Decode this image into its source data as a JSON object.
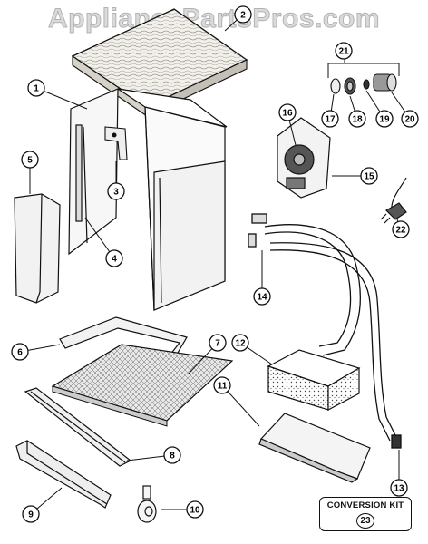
{
  "watermark": "AppliancePartsPros.com",
  "callouts": [
    "1",
    "2",
    "3",
    "4",
    "5",
    "6",
    "7",
    "8",
    "9",
    "10",
    "11",
    "12",
    "13",
    "14",
    "15",
    "16",
    "17",
    "18",
    "19",
    "20",
    "21",
    "22",
    "23"
  ],
  "conversion_kit": {
    "label": "CONVERSION KIT",
    "number": "23"
  }
}
